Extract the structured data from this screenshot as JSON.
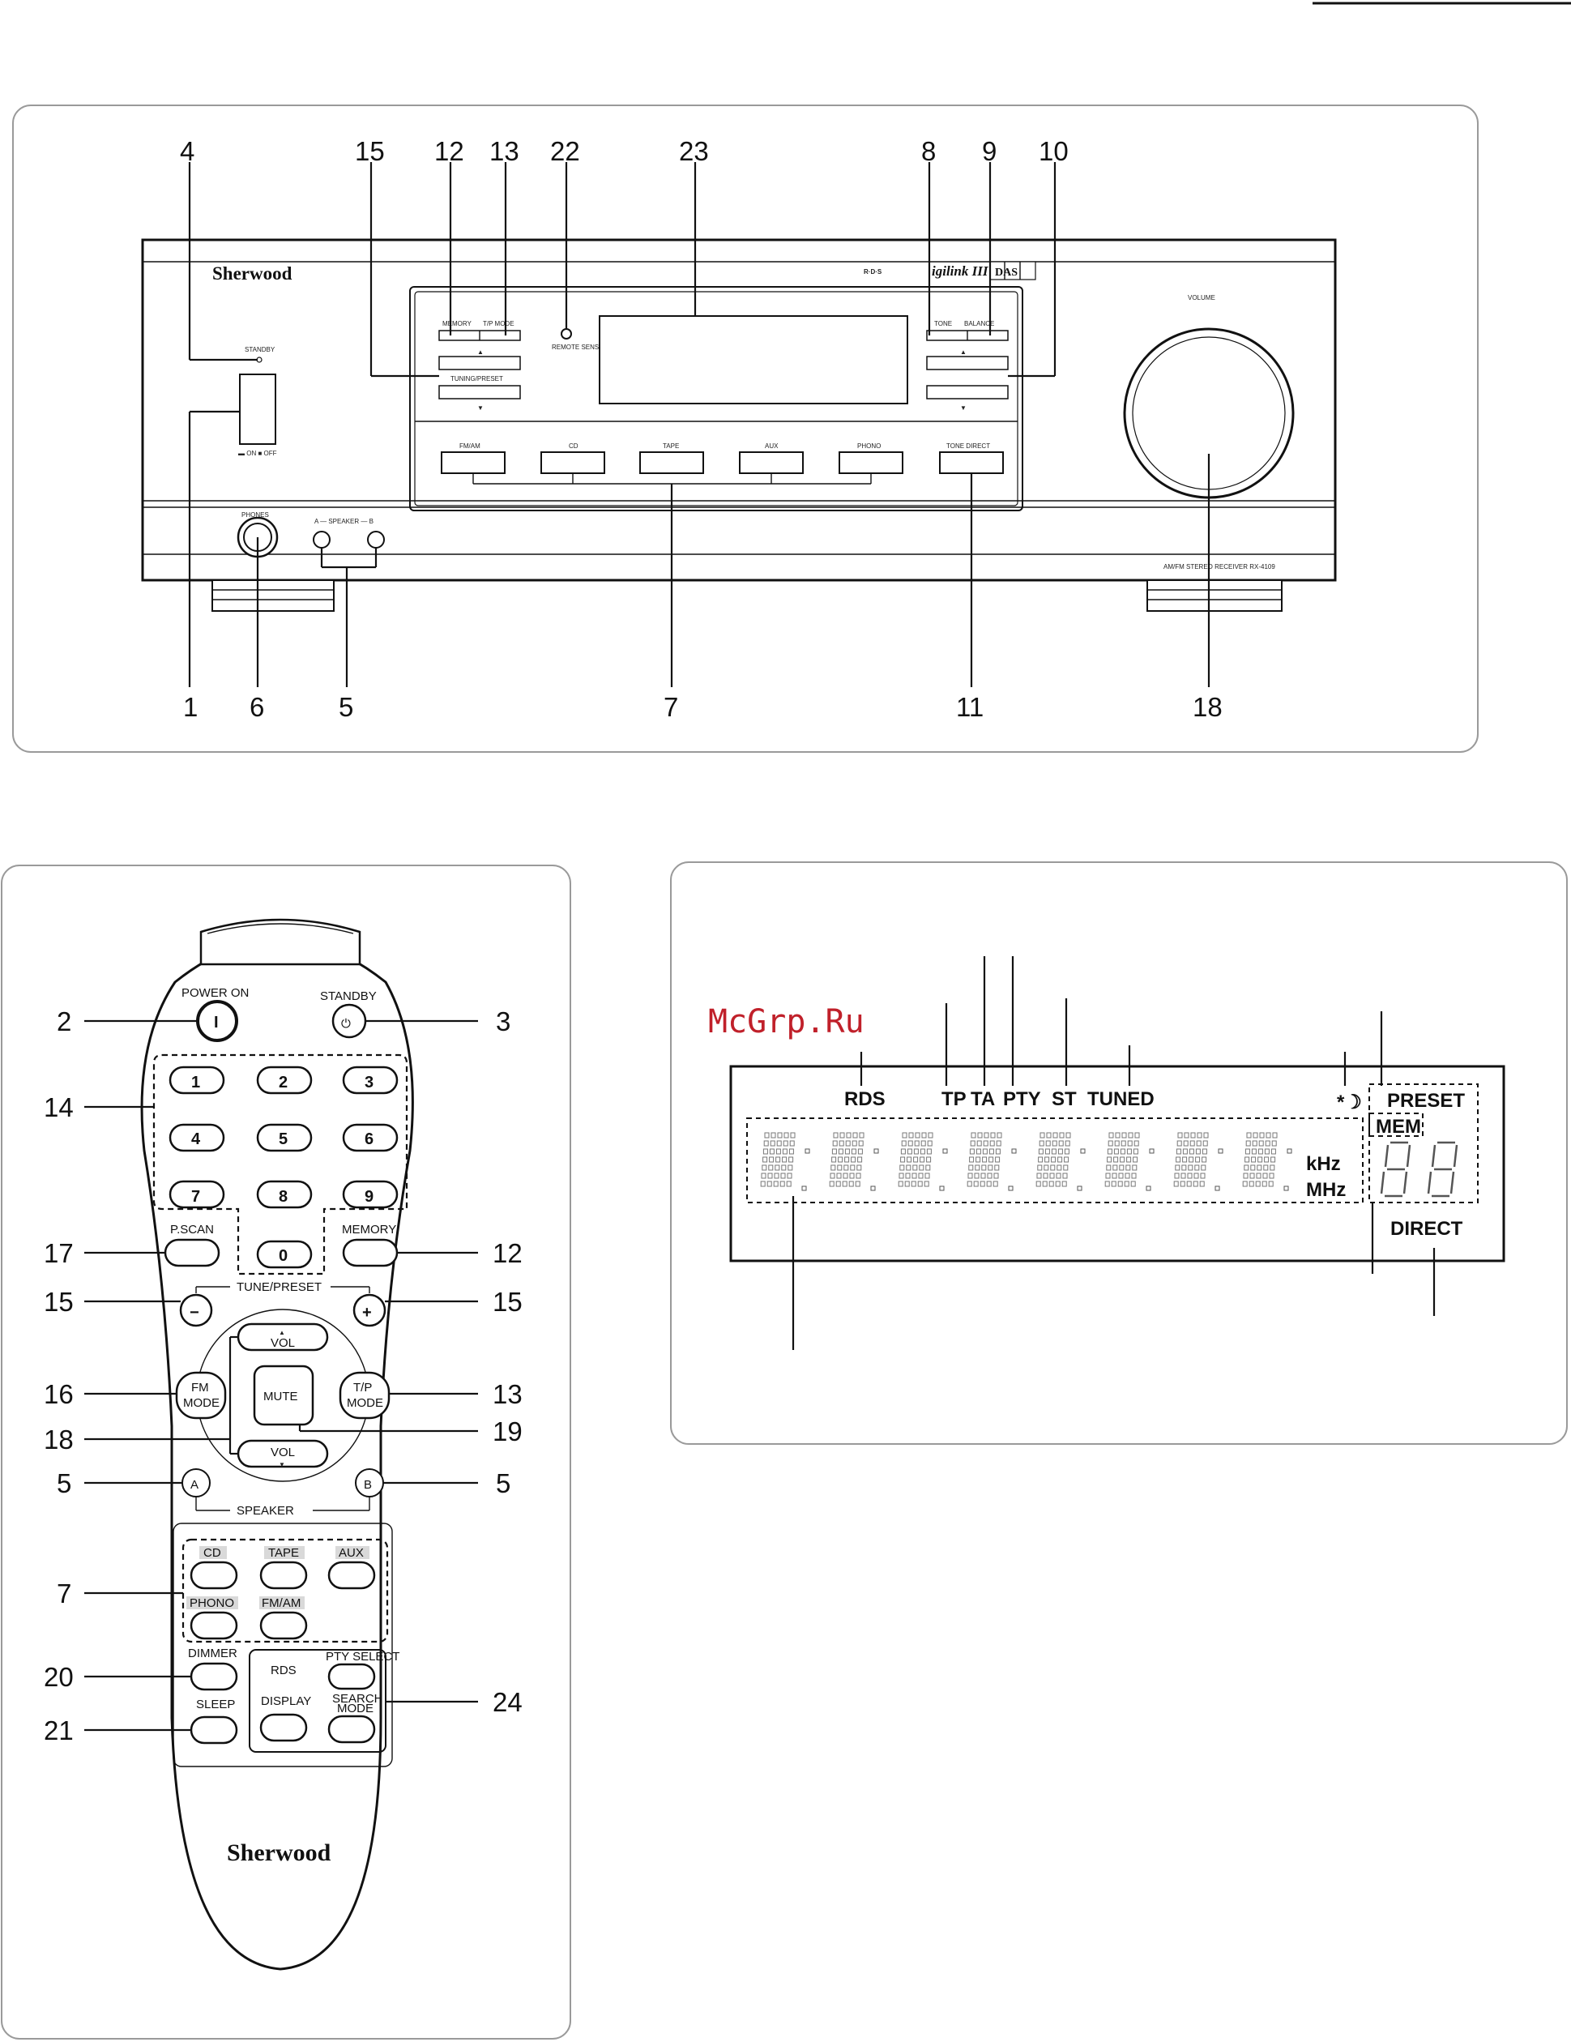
{
  "watermark": "McGrp.Ru",
  "front_panel": {
    "brand": "Sherwood",
    "logos": {
      "rds": "R·D·S",
      "digilink": "igilink III",
      "das": "DAS"
    },
    "standby_label": "STANDBY",
    "power_legend": "▬ ON  ■ OFF",
    "memory_label": "MEMORY",
    "tp_mode_label": "T/P MODE",
    "remote_sensor_label": "REMOTE SENSOR",
    "tuning_preset_label": "TUNING/PRESET",
    "tone_label": "TONE",
    "balance_label": "BALANCE",
    "volume_label": "VOLUME",
    "phones_label": "PHONES",
    "speaker_label": "A — SPEAKER — B",
    "source_buttons": [
      "FM/AM",
      "CD",
      "TAPE",
      "AUX",
      "PHONO"
    ],
    "tone_direct_label": "TONE DIRECT",
    "model_label": "AM/FM STEREO RECEIVER RX-4109",
    "callouts_top": [
      "4",
      "15",
      "12",
      "13",
      "22",
      "23",
      "8",
      "9",
      "10"
    ],
    "callouts_bottom": [
      "1",
      "6",
      "5",
      "7",
      "11",
      "18"
    ]
  },
  "remote": {
    "power_on": "POWER ON",
    "power_on_symbol": "I",
    "standby": "STANDBY",
    "standby_symbol": "⏻",
    "digits": [
      "1",
      "2",
      "3",
      "4",
      "5",
      "6",
      "7",
      "8",
      "9",
      "0"
    ],
    "pscan": "P.SCAN",
    "memory": "MEMORY",
    "tune_preset": "TUNE/PRESET",
    "minus": "−",
    "plus": "+",
    "vol_up": "VOL",
    "vol_down": "VOL",
    "mute": "MUTE",
    "fm_mode_1": "FM",
    "fm_mode_2": "MODE",
    "tp_mode_1": "T/P",
    "tp_mode_2": "MODE",
    "speaker_a": "A",
    "speaker_b": "B",
    "speaker": "SPEAKER",
    "sources": [
      "CD",
      "TAPE",
      "AUX",
      "PHONO",
      "FM/AM"
    ],
    "dimmer": "DIMMER",
    "sleep": "SLEEP",
    "rds": "RDS",
    "pty_select": "PTY SELECT",
    "display": "DISPLAY",
    "search_mode_1": "SEARCH",
    "search_mode_2": "MODE",
    "brand": "Sherwood",
    "callouts_left": [
      "2",
      "14",
      "17",
      "15",
      "16",
      "18",
      "5",
      "7",
      "20",
      "21"
    ],
    "callouts_right": [
      "3",
      "12",
      "15",
      "13",
      "19",
      "5",
      "24"
    ]
  },
  "display": {
    "rds": "RDS",
    "tp": "TP",
    "ta": "TA",
    "pty": "PTY",
    "st": "ST",
    "tuned": "TUNED",
    "sleep_symbol": "*☽",
    "preset": "PRESET",
    "mem": "MEM",
    "khz": "kHz",
    "mhz": "MHz",
    "direct": "DIRECT"
  }
}
